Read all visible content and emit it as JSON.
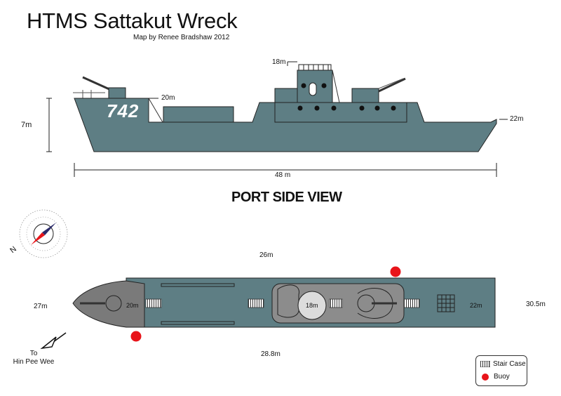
{
  "header": {
    "title": "HTMS Sattakut Wreck",
    "credit": "Map by Renee Bradshaw 2012"
  },
  "side_view": {
    "hull_number": "742",
    "labels": {
      "height": "7m",
      "bow_depth": "20m",
      "tower_depth": "18m",
      "stern_depth": "22m",
      "length": "48 m"
    },
    "caption": "PORT SIDE VIEW"
  },
  "top_view": {
    "depths": {
      "port": "26m",
      "starboard": "28.8m",
      "bow_side": "27m",
      "stern_side": "30.5m",
      "bow_deck": "20m",
      "tower_deck": "18m",
      "stern_deck": "22m"
    },
    "direction": {
      "line1": "To",
      "line2": "Hin Pee Wee"
    },
    "compass_north": "N"
  },
  "legend": {
    "stair_case": "Stair Case",
    "buoy": "Buoy"
  },
  "colors": {
    "hull": "#5e7e84",
    "deck_grey": "#8c8c8c",
    "bow_grey": "#7a7a7a",
    "buoy": "#e8141a",
    "outline": "#222222"
  }
}
